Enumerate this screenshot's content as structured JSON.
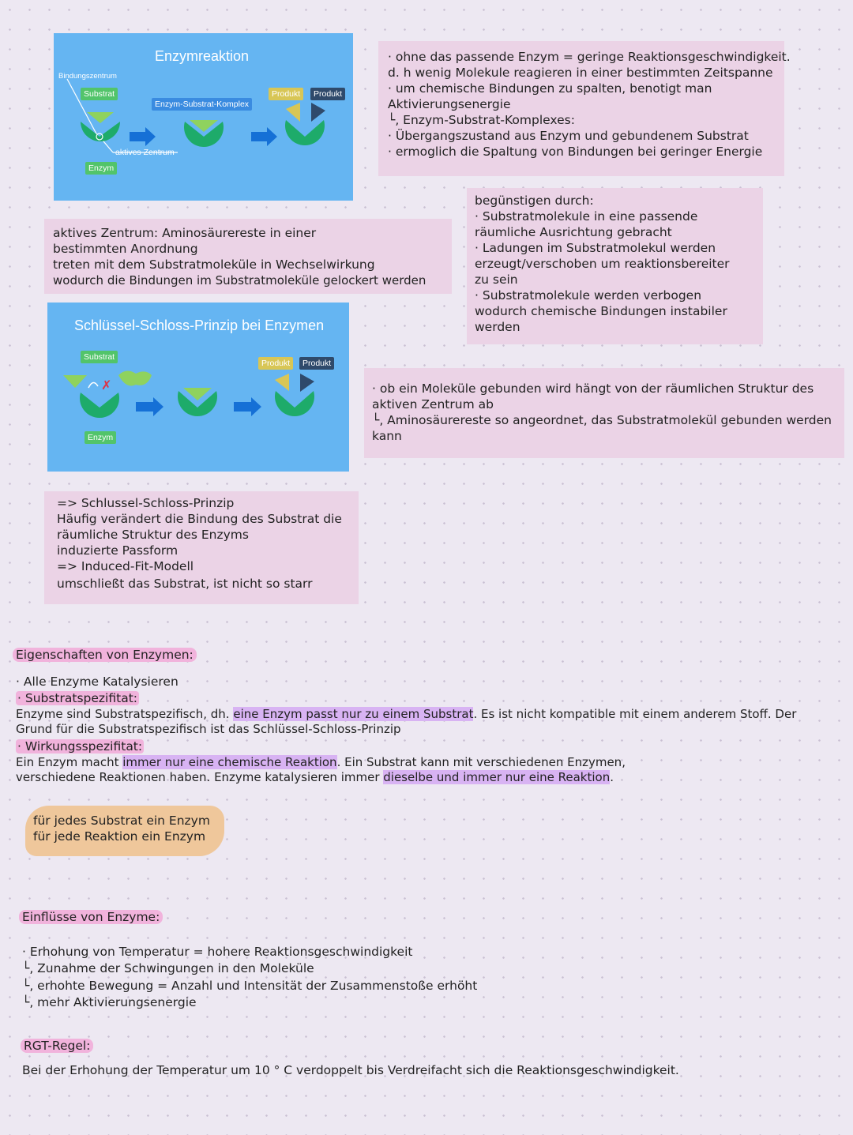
{
  "diagram1": {
    "title": "Enzymreaktion",
    "labels": {
      "binding_center": "Bindungszentrum",
      "substrate": "Substrat",
      "complex": "Enzym-Substrat-Komplex",
      "product1": "Produkt",
      "product2": "Produkt",
      "active_center": "aktives Zentrum",
      "enzyme": "Enzym"
    }
  },
  "diagram2": {
    "title": "Schlüssel-Schloss-Prinzip bei Enzymen",
    "labels": {
      "substrate": "Substrat",
      "product1": "Produkt",
      "product2": "Produkt",
      "enzyme": "Enzym"
    }
  },
  "note_top_right": {
    "lines": [
      "· ohne das passende Enzym = geringe Reaktionsgeschwindigkeit.",
      "d. h wenig Molekule reagieren in einer bestimmten Zeitspanne",
      "· um chemische Bindungen zu spalten, benotigt man",
      "Aktivierungsenergie",
      "└, Enzym-Substrat-Komplexes:",
      "· Übergangszustand aus Enzym und gebundenem Substrat",
      "· ermoglich die Spaltung von Bindungen bei geringer Energie"
    ]
  },
  "note_begunstigen": {
    "lines": [
      "begünstigen durch:",
      "· Substratmolekule in eine passende",
      "räumliche Ausrichtung gebracht",
      "· Ladungen im Substratmolekul werden",
      "erzeugt/verschoben um reaktionsbereiter",
      "zu sein",
      "· Substratmolekule werden verbogen",
      "wodurch chemische Bindungen instabiler",
      "werden"
    ]
  },
  "note_aktives_zentrum": {
    "lines": [
      "aktives Zentrum: Aminosäurereste in einer",
      "bestimmten Anordnung",
      "treten mit dem Substratmoleküle in Wechselwirkung",
      "wodurch die Bindungen im Substratmoleküle gelockert werden"
    ]
  },
  "note_molekul": {
    "lines": [
      "· ob ein Moleküle gebunden wird hängt von der räumlichen Struktur des",
      "aktiven Zentrum ab",
      "└, Aminosäurereste so angeordnet, das Substratmolekül gebunden werden",
      "kann"
    ]
  },
  "note_schloss": {
    "lines": [
      "=> Schlussel-Schloss-Prinzip",
      "Häufig verändert die Bindung des Substrat die",
      "räumliche Struktur des Enzyms",
      "induzierte Passform",
      "=> Induced-Fit-Modell",
      "umschließt das Substrat, ist nicht so starr"
    ]
  },
  "eigenschaften": {
    "heading": "Eigenschaften von Enzymen:",
    "item1": "· Alle Enzyme Katalysieren",
    "sub1": "· Substratspezifitat:",
    "p1_a": "Enzyme sind Substratspezifisch, dh. ",
    "p1_hl": "eine Enzym passt nur zu einem Substrat",
    "p1_b": ". Es ist nicht kompatible mit einem anderem Stoff. Der",
    "p1_c": "Grund für die Substratspezifisch ist das Schlüssel-Schloss-Prinzip",
    "sub2": "· Wirkungsspezifitat:",
    "p2_a": "Ein Enzym macht ",
    "p2_hl": "immer nur eine chemische Reaktion",
    "p2_b": ". Ein Substrat kann mit verschiedenen Enzymen,",
    "p2_c": "verschiedene Reaktionen haben. Enzyme katalysieren immer ",
    "p2_hl2": "dieselbe und immer nur eine Reaktion",
    "p2_d": "."
  },
  "blob": {
    "line1": "für jedes Substrat ein Enzym",
    "line2": "für jede Reaktion ein Enzym"
  },
  "einflusse": {
    "heading": "Einflüsse von Enzyme:",
    "lines": [
      "· Erhohung von Temperatur = hohere Reaktionsgeschwindigkeit",
      "└, Zunahme der Schwingungen in den Moleküle",
      "└, erhohte Bewegung = Anzahl und Intensität der Zusammenstoße erhöht",
      "└, mehr Aktivierungsenergie"
    ]
  },
  "rgt": {
    "heading": "RGT-Regel:",
    "text": "Bei der Erhohung der Temperatur um 10 ° C verdoppelt bis Verdreifacht sich die Reaktionsgeschwindigkeit."
  },
  "colors": {
    "note_bg": "#ebd3e6",
    "diagram_bg": "#65b5f2",
    "enzyme_green": "#1eab6a",
    "substrate_green": "#8fd25e",
    "arrow_blue": "#1570d6",
    "highlight_pink": "#f1b3dc",
    "highlight_purple": "#d8b3f3",
    "blob_orange": "#efc79b"
  }
}
